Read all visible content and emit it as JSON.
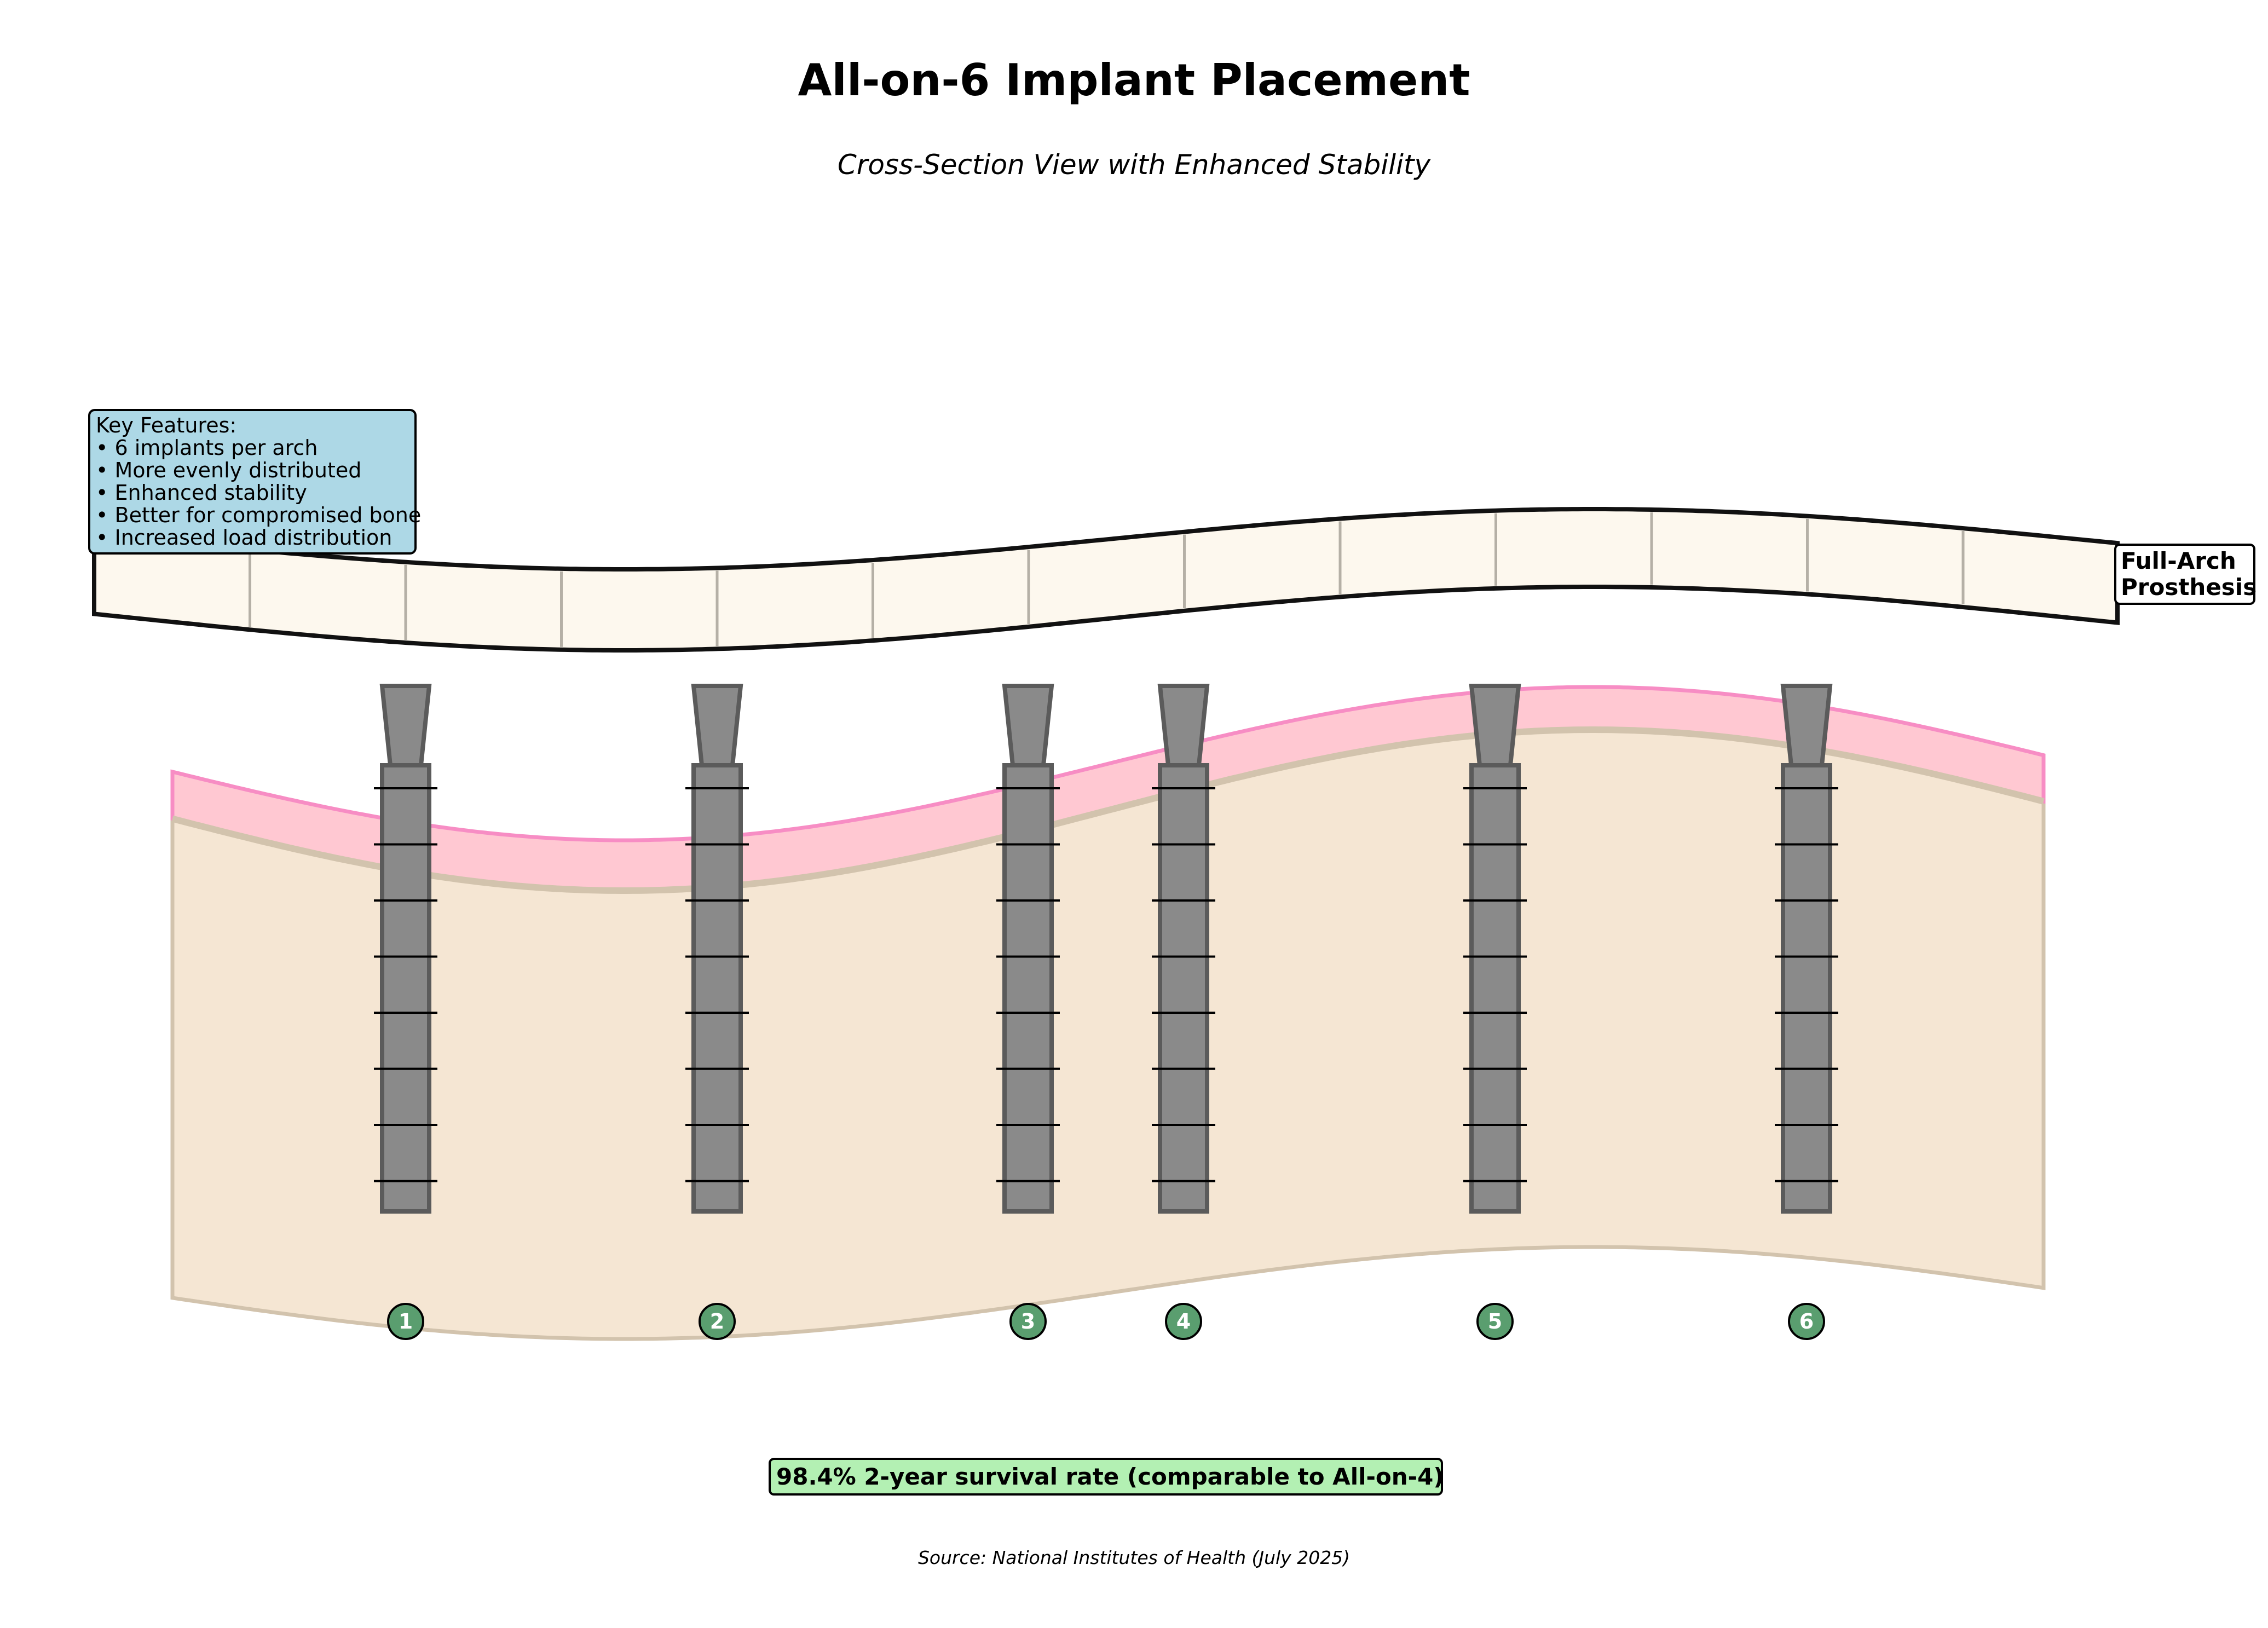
{
  "title": "All-on-6 Implant Placement",
  "subtitle": "Cross-Section View with Enhanced Stability",
  "key_features": {
    "heading": "Key Features:",
    "items": [
      "• 6 implants per arch",
      "• More evenly distributed",
      "• Enhanced stability",
      "• Better for compromised bone",
      "• Increased load distribution"
    ]
  },
  "prosthesis_label": {
    "line1": "Full-Arch",
    "line2": "Prosthesis"
  },
  "implants": [
    {
      "number": "1"
    },
    {
      "number": "2"
    },
    {
      "number": "3"
    },
    {
      "number": "4"
    },
    {
      "number": "5"
    },
    {
      "number": "6"
    }
  ],
  "survival_note": "98.4% 2-year survival rate (comparable to All-on-4)",
  "source": "Source: National Institutes of Health (July 2025)",
  "colors": {
    "bone_fill": "#f5e6d3",
    "bone_stroke": "#d2c3ad",
    "gum_fill": "#ffc8d2",
    "gum_stroke": "#f78dc4",
    "implant_fill": "#8a8a8a",
    "implant_stroke": "#5b5b5b",
    "prosthesis_fill": "#fdf8ee",
    "prosthesis_stroke": "#111111",
    "badge_fill": "#5a9e6f",
    "features_bg": "#add8e6",
    "survival_bg": "#b3f0b3"
  }
}
